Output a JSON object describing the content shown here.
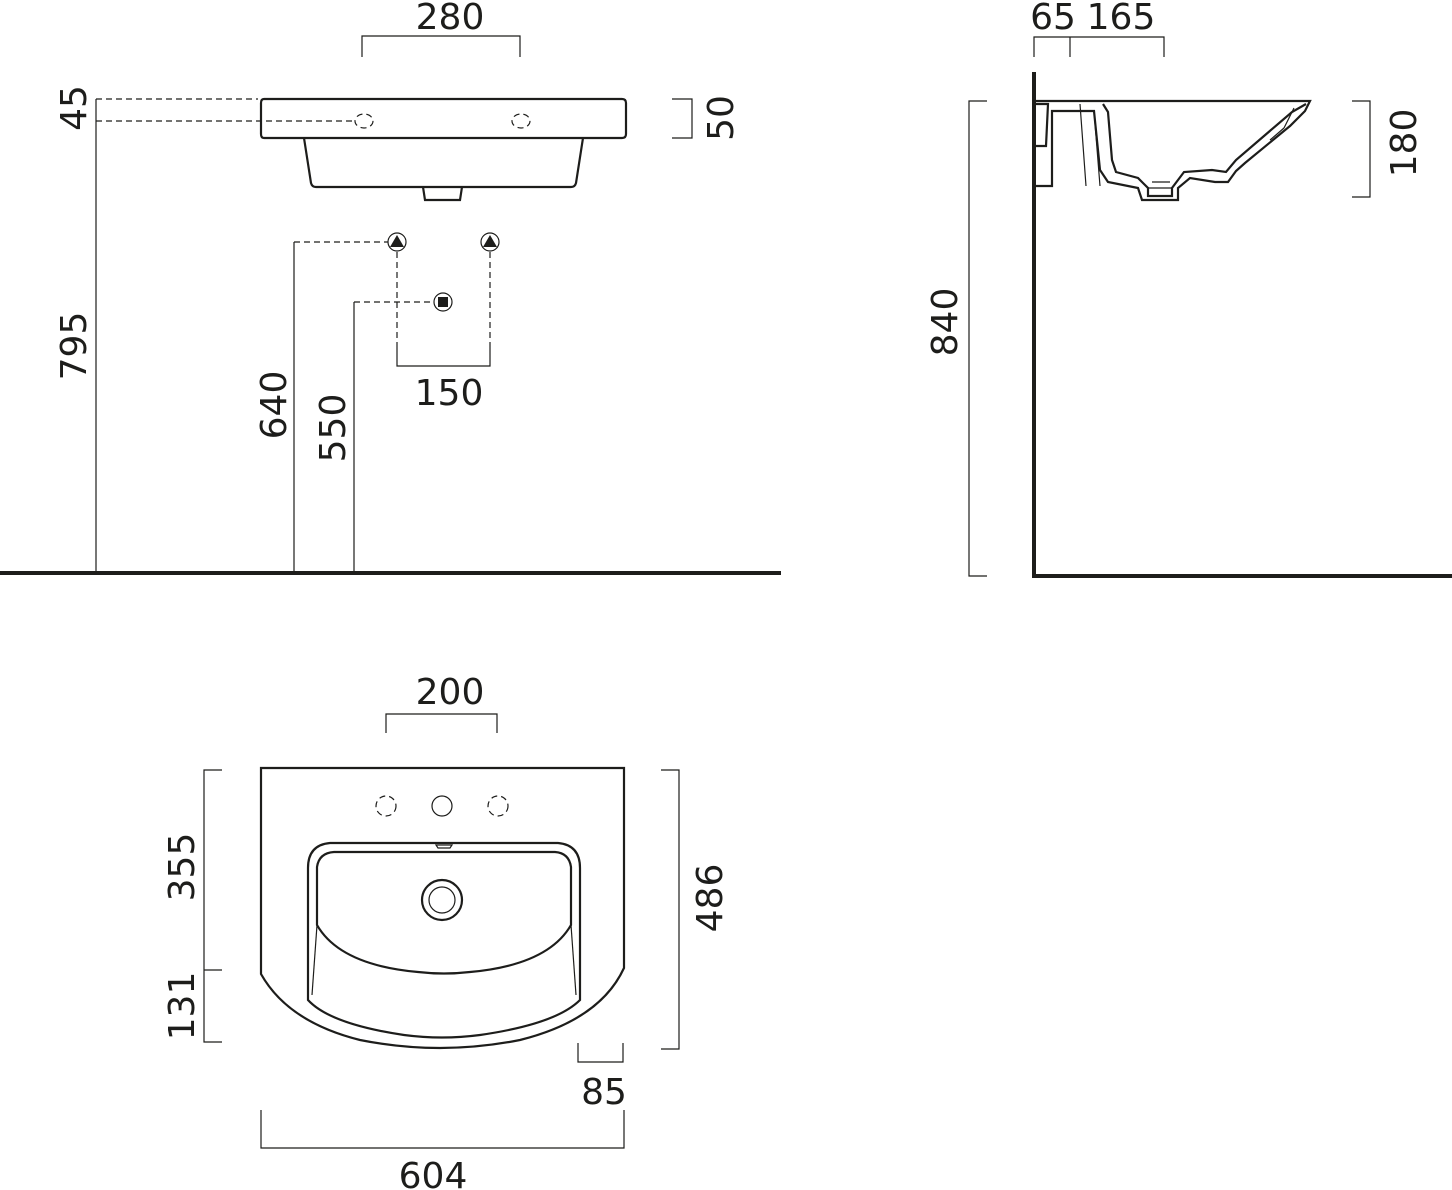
{
  "dimensions": {
    "front": {
      "tap_spacing": "280",
      "overflow_offset": "45",
      "rim_thickness": "50",
      "rim_height": "795",
      "supply_height": "640",
      "waste_height": "550",
      "supply_spacing": "150"
    },
    "side": {
      "wall_offset": "65",
      "tap_offset": "165",
      "bowl_depth": "180",
      "total_height": "840"
    },
    "top": {
      "hole_spacing": "200",
      "front_to_bowl": "355",
      "bowl_to_back": "131",
      "depth": "486",
      "edge_offset": "85",
      "width": "604"
    }
  },
  "icons": {
    "supply": "triangle-in-circle-icon",
    "waste": "square-in-circle-icon"
  }
}
